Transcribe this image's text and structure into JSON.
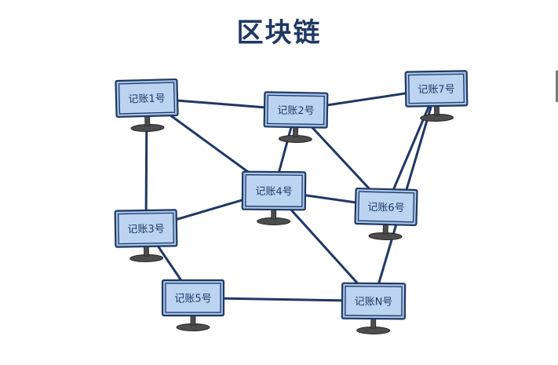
{
  "title": "区块链",
  "colors": {
    "line": "#1f3864",
    "screen_fill": "#bcd4f2",
    "screen_border": "#1f3864",
    "stand_fill": "#4d4d4d",
    "title": "#1f3864"
  },
  "nodes": [
    {
      "id": "n1",
      "label": "记账1号"
    },
    {
      "id": "n2",
      "label": "记账2号"
    },
    {
      "id": "n3",
      "label": "记账3号"
    },
    {
      "id": "n4",
      "label": "记账4号"
    },
    {
      "id": "n5",
      "label": "记账5号"
    },
    {
      "id": "n6",
      "label": "记账6号"
    },
    {
      "id": "n7",
      "label": "记账7号"
    },
    {
      "id": "nN",
      "label": "记账N号"
    }
  ],
  "edges": [
    [
      "n1",
      "n2"
    ],
    [
      "n1",
      "n3"
    ],
    [
      "n1",
      "n4"
    ],
    [
      "n2",
      "n7"
    ],
    [
      "n2",
      "n4"
    ],
    [
      "n2",
      "n6"
    ],
    [
      "n7",
      "n6"
    ],
    [
      "n7",
      "nN"
    ],
    [
      "n4",
      "n3"
    ],
    [
      "n4",
      "n6"
    ],
    [
      "n4",
      "nN"
    ],
    [
      "n3",
      "n5"
    ],
    [
      "n5",
      "nN"
    ]
  ]
}
